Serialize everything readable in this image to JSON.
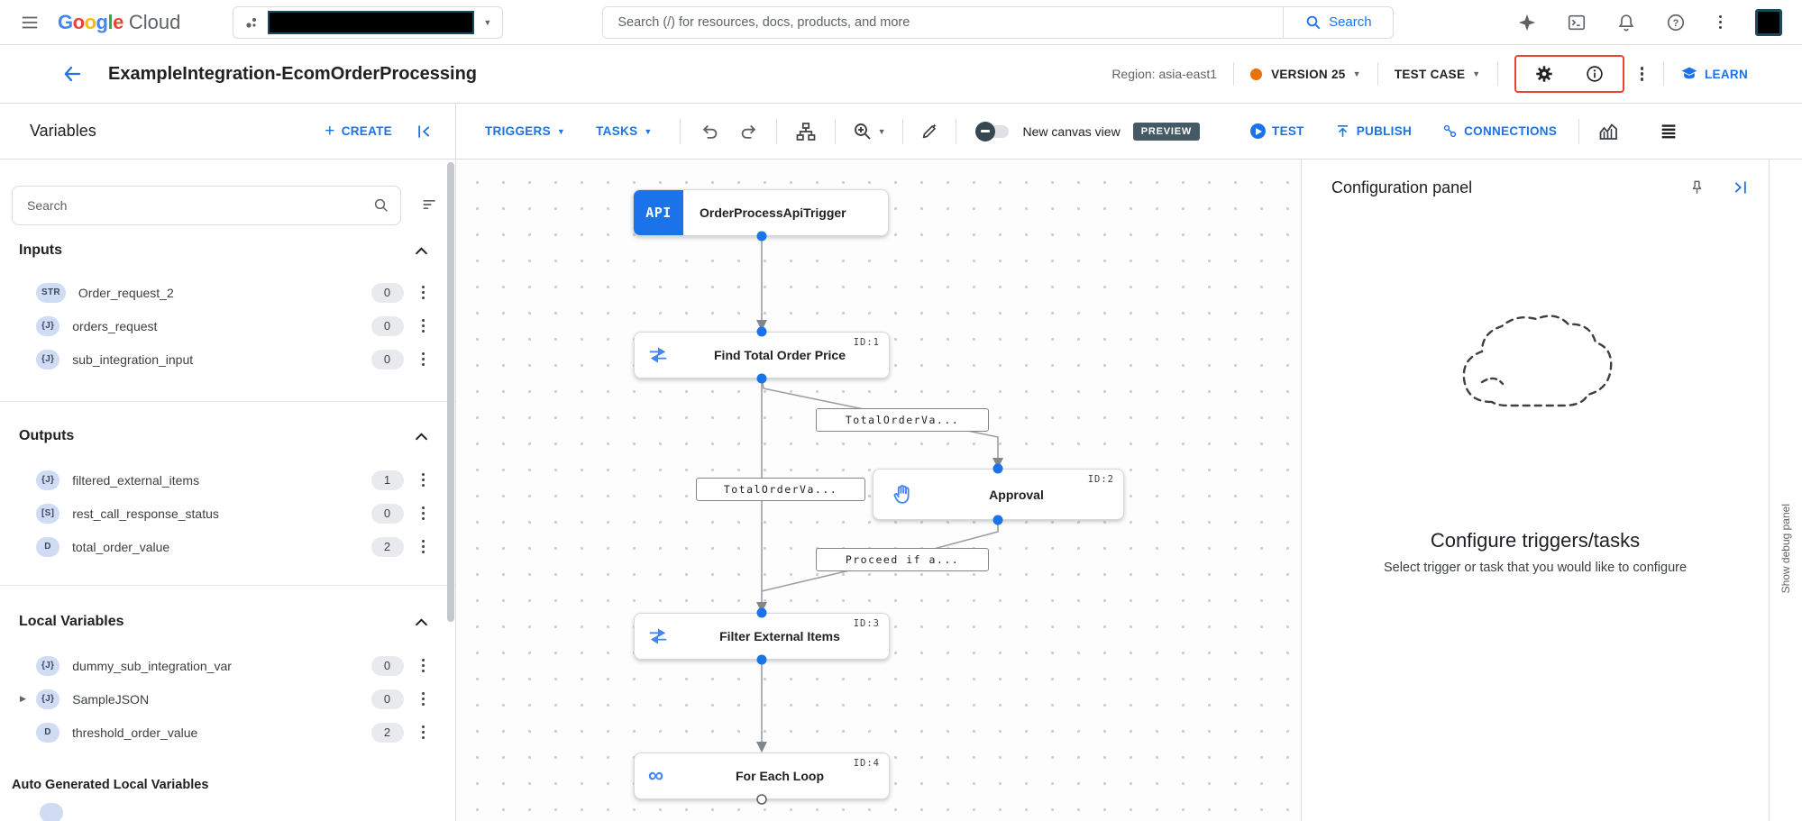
{
  "topbar": {
    "brand_google": "Google",
    "brand_cloud": "Cloud",
    "search_placeholder": "Search (/) for resources, docs, products, and more",
    "search_button": "Search"
  },
  "header": {
    "title": "ExampleIntegration-EcomOrderProcessing",
    "region": "Region: asia-east1",
    "version": "VERSION 25",
    "test_case": "TEST CASE",
    "learn": "LEARN"
  },
  "toolbar": {
    "panel_title": "Variables",
    "create": "CREATE",
    "triggers": "TRIGGERS",
    "tasks": "TASKS",
    "canvas_toggle": "New canvas view",
    "preview": "PREVIEW",
    "test": "TEST",
    "publish": "PUBLISH",
    "connections": "CONNECTIONS"
  },
  "sidebar": {
    "search_placeholder": "Search",
    "sections": [
      {
        "title": "Inputs",
        "items": [
          {
            "badge": "STR",
            "name": "Order_request_2",
            "count": "0"
          },
          {
            "badge": "{J}",
            "name": "orders_request",
            "count": "0"
          },
          {
            "badge": "{J}",
            "name": "sub_integration_input",
            "count": "0"
          }
        ]
      },
      {
        "title": "Outputs",
        "items": [
          {
            "badge": "{J}",
            "name": "filtered_external_items",
            "count": "1"
          },
          {
            "badge": "[S]",
            "name": "rest_call_response_status",
            "count": "0"
          },
          {
            "badge": "D",
            "name": "total_order_value",
            "count": "2"
          }
        ]
      },
      {
        "title": "Local Variables",
        "items": [
          {
            "badge": "{J}",
            "name": "dummy_sub_integration_var",
            "count": "0"
          },
          {
            "badge": "{J}",
            "name": "SampleJSON",
            "count": "0"
          },
          {
            "badge": "D",
            "name": "threshold_order_value",
            "count": "2"
          }
        ]
      }
    ],
    "auto_generated_title": "Auto Generated Local Variables"
  },
  "canvas": {
    "api_label": "API",
    "nodes": [
      {
        "title": "OrderProcessApiTrigger",
        "icon": "api",
        "id": ""
      },
      {
        "title": "Find Total Order Price",
        "icon": "data-mapping-icon",
        "id": "ID:1"
      },
      {
        "title": "Approval",
        "icon": "hand-icon",
        "id": "ID:2"
      },
      {
        "title": "Filter External Items",
        "icon": "data-mapping-icon",
        "id": "ID:3"
      },
      {
        "title": "For Each Loop",
        "icon": "loop-icon",
        "id": "ID:4"
      }
    ],
    "edge_labels": [
      "TotalOrderVa...",
      "TotalOrderVa...",
      "Proceed if a..."
    ]
  },
  "config_panel": {
    "title": "Configuration panel",
    "heading": "Configure triggers/tasks",
    "subheading": "Select trigger or task that you would like to configure"
  },
  "debug_panel_label": "Show debug panel",
  "colors": {
    "accent": "#1a73e8",
    "iconblue": "#4285f4",
    "orange": "#e8710a",
    "red": "#ea4335",
    "preview": "#455a64",
    "badge": "#cfdcf4",
    "count": "#e9eaee",
    "edge": "#9aa0a6"
  }
}
